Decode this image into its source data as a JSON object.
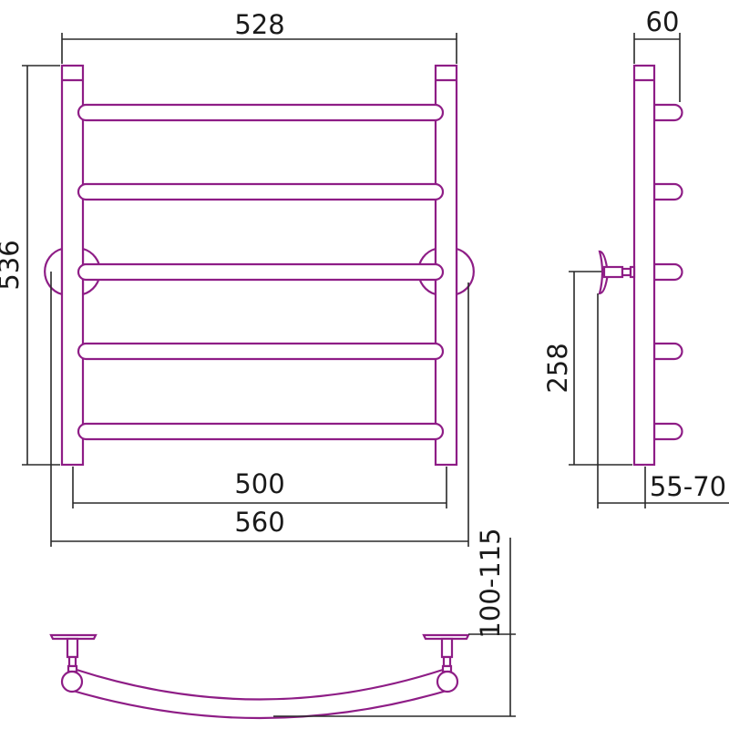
{
  "colors": {
    "product": "#8e1d86",
    "dimension": "#2a2a2a"
  },
  "dimensions": {
    "top_width": "528",
    "height": "536",
    "bar_span": "500",
    "mount_width": "560",
    "side_depth": "60",
    "mount_height": "258",
    "wall_offset": "55-70",
    "bottom_offset": "100-115"
  }
}
